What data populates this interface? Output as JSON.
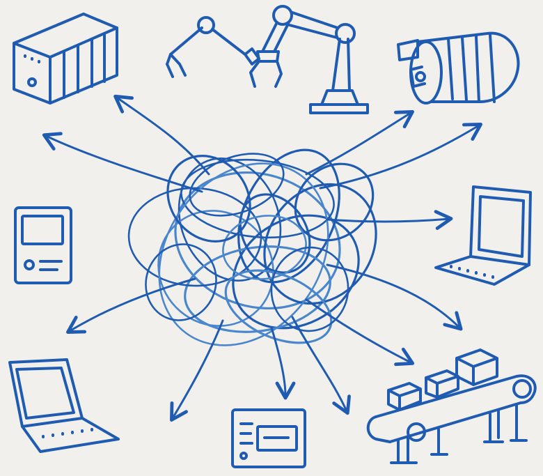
{
  "colors": {
    "background": "#f1f0ec",
    "ink_dark": "#1f5bb0",
    "ink_light": "#4a86cc"
  },
  "hub": {
    "icon": "tangled-scribble-icon"
  },
  "devices": [
    {
      "key": "plc-rack",
      "icon": "plc-rack-icon"
    },
    {
      "key": "robot-arm-small",
      "icon": "robot-arm-small-icon"
    },
    {
      "key": "robot-arm-large",
      "icon": "robot-arm-large-icon"
    },
    {
      "key": "electric-motor",
      "icon": "electric-motor-icon"
    },
    {
      "key": "hmi-panel",
      "icon": "hmi-panel-icon"
    },
    {
      "key": "laptop-right",
      "icon": "laptop-icon"
    },
    {
      "key": "laptop-left",
      "icon": "laptop-icon"
    },
    {
      "key": "controller-box",
      "icon": "controller-box-icon"
    },
    {
      "key": "conveyor-belt",
      "icon": "conveyor-belt-icon"
    }
  ]
}
